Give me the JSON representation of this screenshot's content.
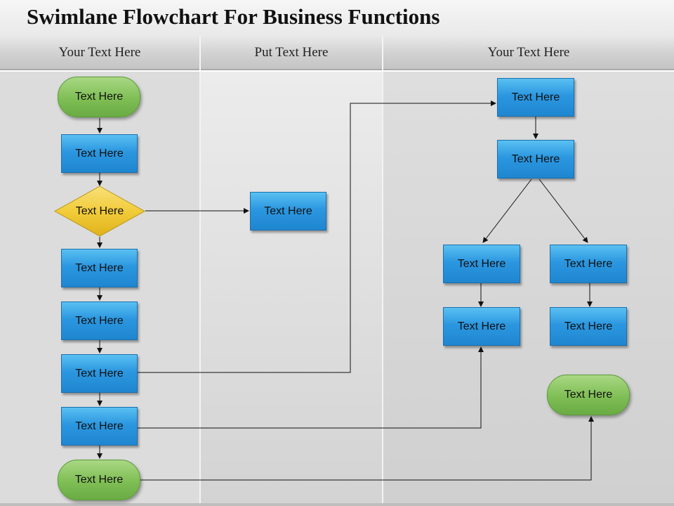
{
  "title": "Swimlane Flowchart For Business Functions",
  "lanes": [
    {
      "label": "Your Text Here"
    },
    {
      "label": "Put Text Here"
    },
    {
      "label": "Your Text Here"
    }
  ],
  "nodes": {
    "left_start": "Text Here",
    "left_1": "Text Here",
    "left_decision": "Text Here",
    "left_2": "Text Here",
    "left_3": "Text Here",
    "left_4": "Text Here",
    "left_5": "Text Here",
    "left_end": "Text Here",
    "mid_1": "Text Here",
    "right_top": "Text Here",
    "right_2": "Text Here",
    "right_branch_left_1": "Text Here",
    "right_branch_right_1": "Text Here",
    "right_branch_left_2": "Text Here",
    "right_branch_right_2": "Text Here",
    "right_end": "Text Here"
  },
  "colors": {
    "process": "#2b97e0",
    "terminator": "#7fbe55",
    "decision": "#f2cc3a",
    "lane_header": "#d4d4d4"
  }
}
